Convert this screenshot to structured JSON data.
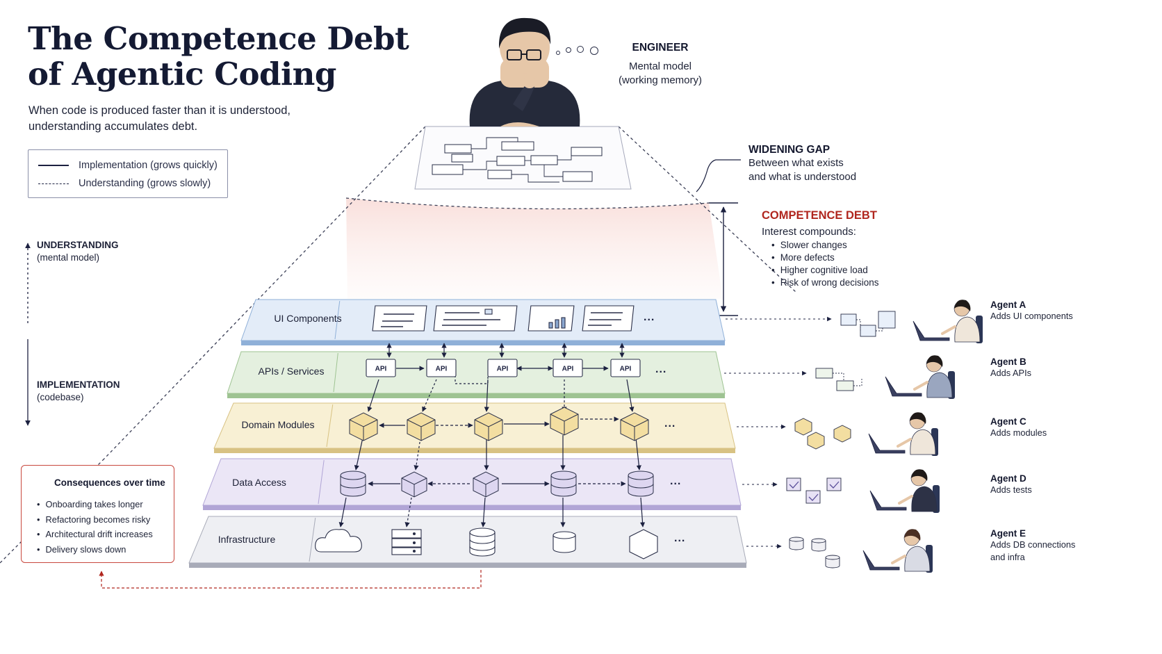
{
  "title": [
    "The Competence Debt",
    "of Agentic Coding"
  ],
  "subtitle": [
    "When code is produced faster than it is understood,",
    "understanding accumulates debt."
  ],
  "legend": {
    "implementation": "Implementation (grows quickly)",
    "understanding": "Understanding (grows slowly)"
  },
  "axis": {
    "understanding_title": "UNDERSTANDING",
    "understanding_sub": "(mental model)",
    "implementation_title": "IMPLEMENTATION",
    "implementation_sub": "(codebase)"
  },
  "engineer": {
    "title": "ENGINEER",
    "line1": "Mental model",
    "line2": "(working memory)"
  },
  "gap": {
    "title": "WIDENING GAP",
    "line1": "Between what exists",
    "line2": "and what is understood"
  },
  "debt": {
    "title": "COMPETENCE DEBT",
    "intro": "Interest compounds:",
    "items": [
      "Slower changes",
      "More defects",
      "Higher cognitive load",
      "Risk of wrong decisions"
    ]
  },
  "consequences": {
    "title": "Consequences over time",
    "items": [
      "Onboarding takes longer",
      "Refactoring becomes risky",
      "Architectural drift increases",
      "Delivery slows down"
    ]
  },
  "layers": [
    {
      "name": "UI Components",
      "color": "#e3ecf8",
      "edge": "#8fb0d8"
    },
    {
      "name": "APIs / Services",
      "color": "#e4f0df",
      "edge": "#9ec392"
    },
    {
      "name": "Domain Modules",
      "color": "#f8f0d4",
      "edge": "#d8c283"
    },
    {
      "name": "Data Access",
      "color": "#ebe6f6",
      "edge": "#b1a5d6"
    },
    {
      "name": "Infrastructure",
      "color": "#eeeff3",
      "edge": "#a8abb8"
    }
  ],
  "api_label": "API",
  "ellipsis": "...",
  "agents": [
    {
      "name": "Agent A",
      "desc": [
        "Adds UI components"
      ]
    },
    {
      "name": "Agent B",
      "desc": [
        "Adds APIs"
      ]
    },
    {
      "name": "Agent C",
      "desc": [
        "Adds modules"
      ]
    },
    {
      "name": "Agent D",
      "desc": [
        "Adds tests"
      ]
    },
    {
      "name": "Agent E",
      "desc": [
        "Adds DB connections",
        "and infra"
      ]
    }
  ],
  "colors": {
    "debt_red": "#b0261e",
    "ink": "#14182e"
  }
}
